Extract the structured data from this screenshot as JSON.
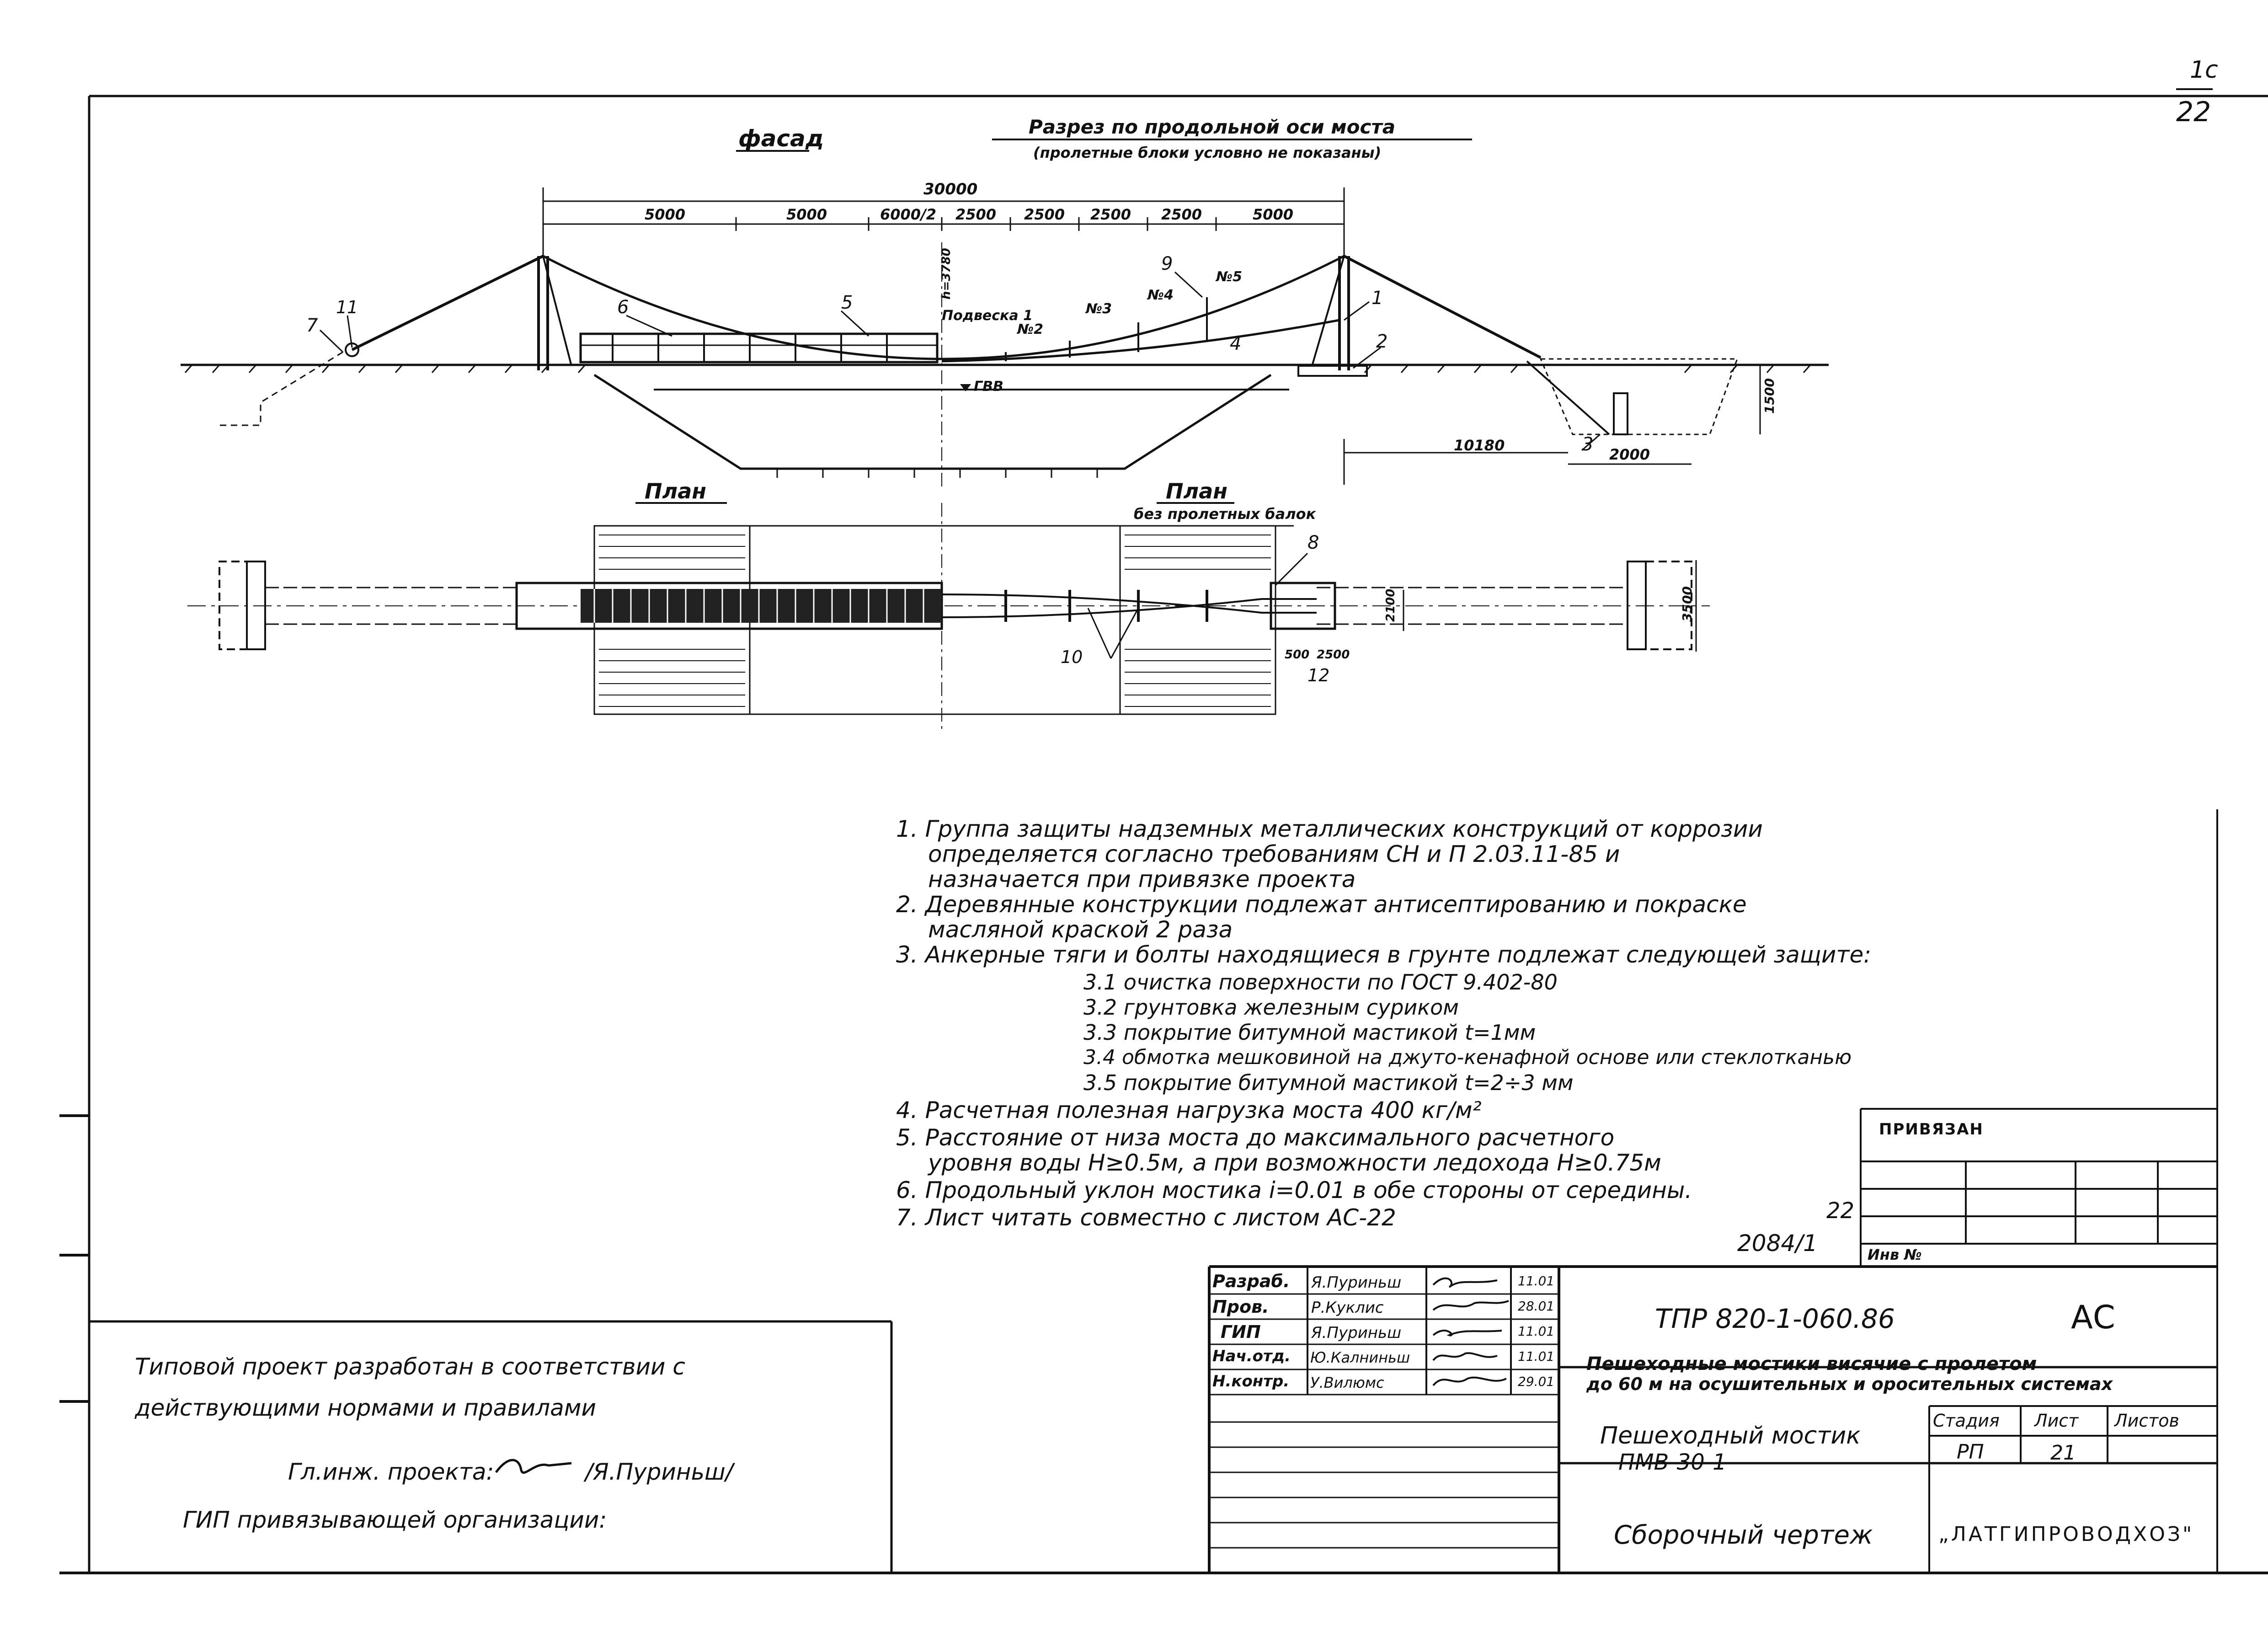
{
  "sheet": {
    "corner_top": "1c",
    "corner_number": "22"
  },
  "views": {
    "facade_title": "фасад",
    "section_title": "Разрез по продольной оси моста",
    "section_subtitle": "(пролетные блоки условно не показаны)",
    "plan_title": "План",
    "plan2_title": "План",
    "plan2_subtitle": "без пролетных балок",
    "gvv": "ГВВ",
    "hanger_label": "Подвеска 1",
    "hangers": [
      "№2",
      "№3",
      "№4",
      "№5"
    ],
    "height_dim": "h=3780"
  },
  "dimensions": {
    "total": "30000",
    "spans": [
      "5000",
      "5000",
      "6000/2",
      "2500",
      "2500",
      "2500",
      "2500",
      "5000"
    ],
    "right_a": "10180",
    "right_b": "2000",
    "right_h": "1500",
    "plan_a": "500",
    "plan_b": "2500",
    "plan_w1": "2100",
    "plan_w2": "3500"
  },
  "callouts": [
    "1",
    "2",
    "3",
    "4",
    "5",
    "6",
    "7",
    "8",
    "9",
    "10",
    "11",
    "12"
  ],
  "notes": [
    "1. Группа защиты надземных металлических конструкций от коррозии",
    "определяется согласно требованиям СН и П 2.03.11-85 и",
    "назначается при привязке проекта",
    "2. Деревянные конструкции подлежат антисептированию и покраске",
    "масляной краской 2 раза",
    "3. Анкерные тяги и болты находящиеся в грунте подлежат следующей защите:",
    "3.1 очистка поверхности по ГОСТ 9.402-80",
    "3.2 грунтовка железным сурикoм",
    "3.3 покрытие битумной мастикой t=1мм",
    "3.4 обмотка мешковиной на джуто-кенафной основе или стеклотканью",
    "3.5 покрытие битумной мастикой t=2÷3 мм",
    "4. Расчетная полезная нагрузка моста 400 кг/м²",
    "5. Расстояние от низа моста до максимального расчетного",
    "уровня воды Н≥0.5м, а при возможности ледохода Н≥0.75м",
    "6. Продольный уклон мостика i=0.01 в обе стороны от середины.",
    "7. Лист читать совместно с листом АС-22"
  ],
  "left_block": {
    "line1": "Типовой проект разработан в соответствии с",
    "line2": "действующими нормами и правилами",
    "chief_label": "Гл.инж. проекта:",
    "chief_name": "/Я.Пуриньш/",
    "gip_label": "ГИП привязывающей организации:"
  },
  "binding": {
    "title": "ПРИВЯЗАН",
    "inv_label": "Инв №",
    "mark_22": "22",
    "mark_2084": "2084/1"
  },
  "title_block": {
    "roles": [
      {
        "role": "Разраб.",
        "name": "Я.Пуриньш",
        "date": "11.01"
      },
      {
        "role": "Пров.",
        "name": "Р.Куклис",
        "date": "28.01"
      },
      {
        "role": "ГИП",
        "name": "Я.Пуриньш",
        "date": "11.01"
      },
      {
        "role": "Нач.отд.",
        "name": "Ю.Калниньш",
        "date": "11.01"
      },
      {
        "role": "Н.контр.",
        "name": "У.Вилюмс",
        "date": "29.01"
      }
    ],
    "code": "ТПР 820-1-060.86",
    "mark": "АС",
    "project_title_1": "Пешеходные мостики висячие с пролетом",
    "project_title_2": "до 60 м на осушительных и оросительных системах",
    "object_1": "Пешеходный мостик",
    "object_2": "ПМВ-30-1",
    "stage_label": "Стадия",
    "sheet_label": "Лист",
    "sheets_label": "Листов",
    "stage": "РП",
    "sheet": "21",
    "sheets": "",
    "drawing_name": "Сборочный чертеж",
    "org": "„ЛАТГИПРОВОДХОЗ\""
  }
}
